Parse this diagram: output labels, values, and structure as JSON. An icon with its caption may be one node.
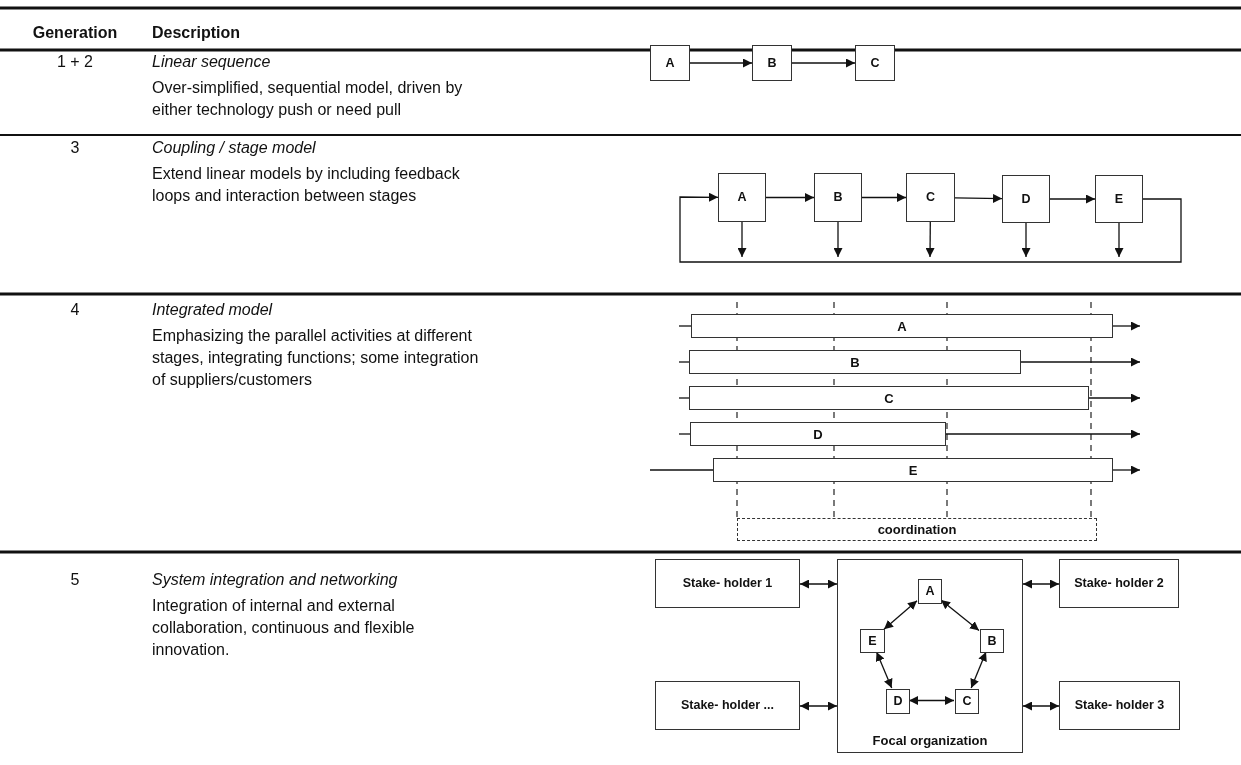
{
  "diagram": {
    "nodes": [
      {
        "text": [
          "A"
        ]
      },
      {
        "text": [
          "B"
        ]
      },
      {
        "text": [
          "C"
        ]
      },
      {
        "text": [
          "A"
        ]
      },
      {
        "text": [
          "B"
        ]
      },
      {
        "text": [
          "C"
        ]
      },
      {
        "text": [
          "D"
        ]
      },
      {
        "text": [
          "E"
        ]
      },
      {
        "text": [
          "A"
        ]
      },
      {
        "text": [
          "B"
        ]
      },
      {
        "text": [
          "C"
        ]
      },
      {
        "text": [
          "D"
        ]
      },
      {
        "text": [
          "E"
        ]
      },
      {
        "text": [
          "coordination"
        ]
      },
      {
        "text": [
          "Stake- holder 1"
        ]
      },
      {
        "text": [
          "Focal organization"
        ]
      },
      {
        "text": [
          "Stake- holder 2"
        ]
      },
      {
        "text": [
          "A"
        ],
        "in": 15
      },
      {
        "text": [
          "E"
        ],
        "in": 15
      },
      {
        "text": [
          "B"
        ],
        "in": 15
      },
      {
        "text": [
          "D"
        ],
        "in": 15
      },
      {
        "text": [
          "C"
        ],
        "in": 15
      },
      {
        "text": [
          "Stake- holder ..."
        ]
      },
      {
        "text": [
          "Stake- holder 3"
        ]
      }
    ],
    "edges": [
      {
        "from": 0,
        "to": 1,
        "arrow": "to"
      },
      {
        "from": 1,
        "to": 2,
        "arrow": "to"
      },
      {
        "from": 3,
        "to": 4,
        "arrow": "to"
      },
      {
        "from": 4,
        "to": 5,
        "arrow": "to"
      },
      {
        "from": 5,
        "to": 6,
        "arrow": "to"
      },
      {
        "from": 6,
        "to": 7,
        "arrow": "to"
      },
      {
        "from": 7,
        "to": 3,
        "arrow": "to"
      },
      {
        "from": 3,
        "to": null,
        "arrow": "to"
      },
      {
        "from": 4,
        "to": null,
        "arrow": "to"
      },
      {
        "from": 5,
        "to": null,
        "arrow": "to"
      },
      {
        "from": 6,
        "to": null,
        "arrow": "to"
      },
      {
        "from": 7,
        "to": null,
        "arrow": "to"
      },
      {
        "from": null,
        "to": 8,
        "arrow": "none"
      },
      {
        "from": 8,
        "to": null,
        "arrow": "to"
      },
      {
        "from": null,
        "to": 9,
        "arrow": "none"
      },
      {
        "from": 9,
        "to": null,
        "arrow": "to"
      },
      {
        "from": null,
        "to": 10,
        "arrow": "none"
      },
      {
        "from": 10,
        "to": null,
        "arrow": "to"
      },
      {
        "from": null,
        "to": 11,
        "arrow": "none"
      },
      {
        "from": 11,
        "to": null,
        "arrow": "to"
      },
      {
        "from": null,
        "to": 12,
        "arrow": "none"
      },
      {
        "from": 12,
        "to": null,
        "arrow": "to"
      },
      {
        "from": 14,
        "to": 15,
        "arrow": "both"
      },
      {
        "from": 15,
        "to": 16,
        "arrow": "both"
      },
      {
        "from": 17,
        "to": 19,
        "arrow": "both"
      },
      {
        "from": 17,
        "to": 18,
        "arrow": "both"
      },
      {
        "from": 18,
        "to": 20,
        "arrow": "both"
      },
      {
        "from": 19,
        "to": 21,
        "arrow": "both"
      },
      {
        "from": 20,
        "to": 21,
        "arrow": "both"
      },
      {
        "from": 22,
        "to": 15,
        "arrow": "both"
      },
      {
        "from": 15,
        "to": 23,
        "arrow": "both"
      }
    ],
    "labels": [
      "Generation",
      "Description",
      "1 + 2",
      "Linear sequence",
      "Over-simplified, sequential model, driven by either technology push or need pull",
      "3",
      "Coupling / stage model",
      "Extend linear models by including feedback loops and interaction between stages",
      "4",
      "Integrated model",
      "Emphasizing the parallel activities at different stages, integrating functions; some integration of suppliers/customers",
      "5",
      "System integration and networking",
      "Integration of internal and external collaboration, continuous and flexible innovation."
    ]
  }
}
